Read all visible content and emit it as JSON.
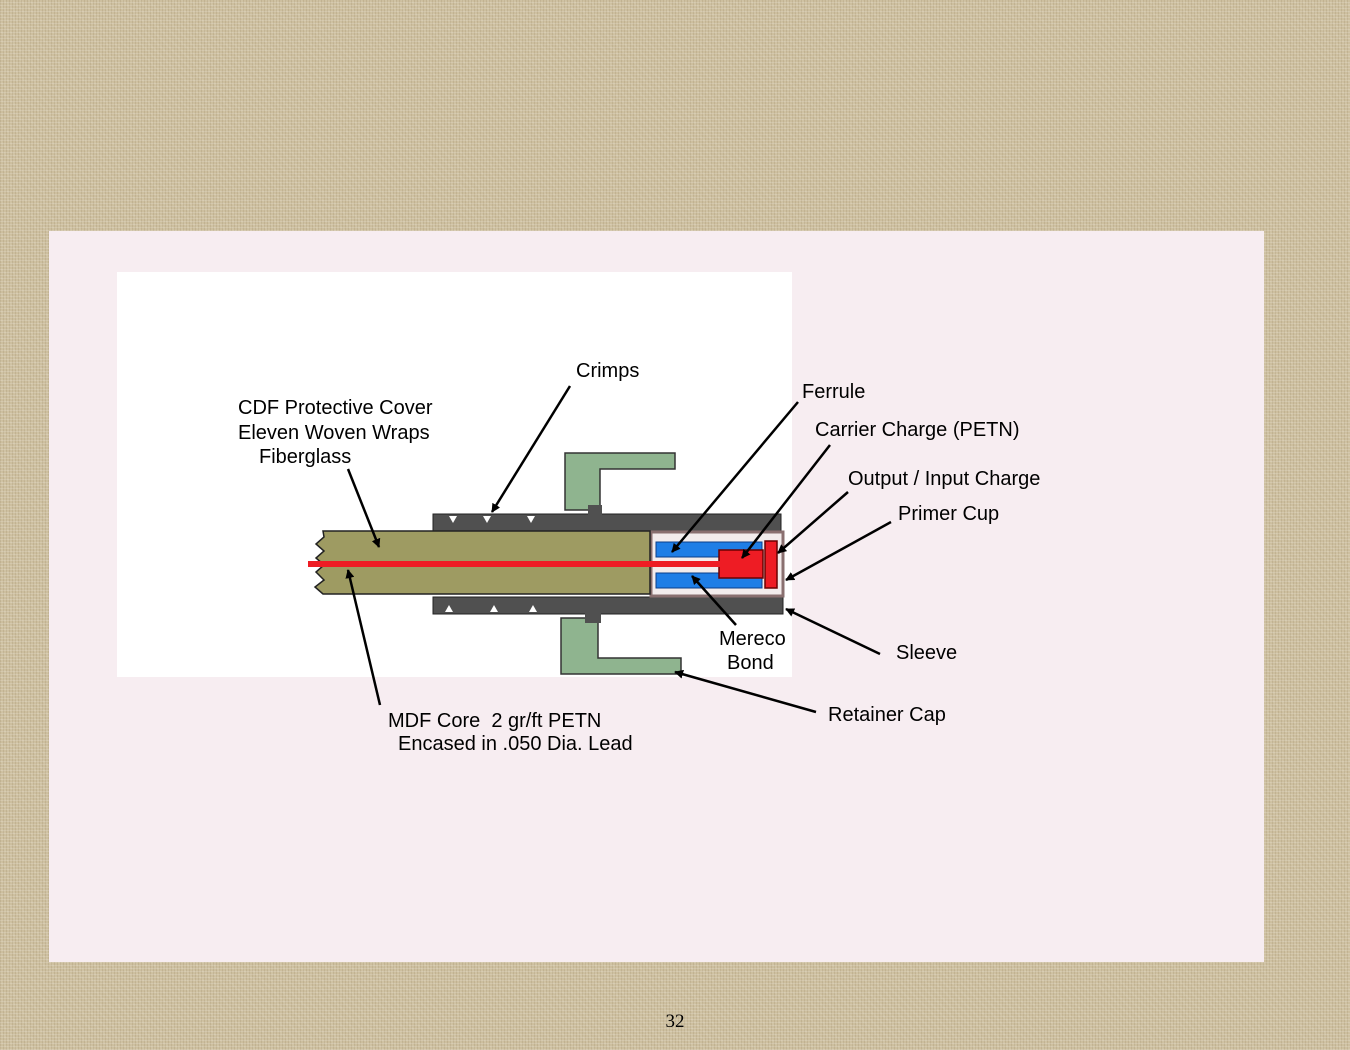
{
  "labels": {
    "crimps": "Crimps",
    "cdf_cover_1": "CDF Protective Cover",
    "cdf_cover_2": "Eleven Woven Wraps",
    "cdf_cover_3": "Fiberglass",
    "ferrule": "Ferrule",
    "carrier_charge": "Carrier Charge (PETN)",
    "output_input_charge": "Output / Input Charge",
    "primer_cup": "Primer Cup",
    "mereco_bond_1": "Mereco",
    "mereco_bond_2": "Bond",
    "sleeve": "Sleeve",
    "retainer_cap": "Retainer Cap",
    "mdf_core_1": "MDF Core  2 gr/ft PETN",
    "mdf_core_2": "Encased in .050 Dia. Lead"
  },
  "page_number": "32",
  "colors": {
    "cover": "#9e9b62",
    "core": "#ee1c24",
    "sleeve": "#505050",
    "retainer": "#8fb48f",
    "bond": "#1f7ee6",
    "charge": "#ee1c24",
    "ferrule_case": "#a09090"
  }
}
